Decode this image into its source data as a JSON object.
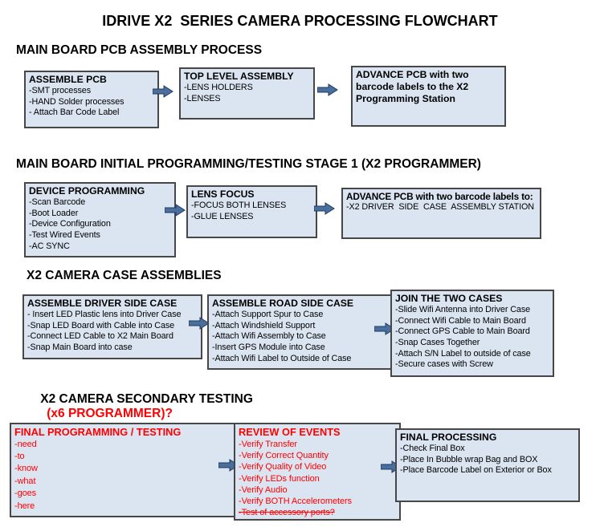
{
  "title": "IDRIVE X2  SERIES CAMERA PROCESSING FLOWCHART",
  "colors": {
    "box_fill": "#dbe5f1",
    "box_border": "#474747",
    "alert_red": "#ff0000",
    "arrow_fill": "#4a6e9e"
  },
  "sections": [
    {
      "heading": "MAIN BOARD PCB ASSEMBLY PROCESS",
      "boxes": [
        {
          "title": "ASSEMBLE PCB",
          "items": [
            "-SMT processes",
            "-HAND Solder processes",
            "- Attach Bar Code Label"
          ]
        },
        {
          "title": "TOP LEVEL ASSEMBLY",
          "items": [
            "-LENS HOLDERS",
            "-LENSES"
          ]
        },
        {
          "title": "ADVANCE PCB with two barcode labels to the X2 Programming Station",
          "items": []
        }
      ]
    },
    {
      "heading": "MAIN BOARD INITIAL PROGRAMMING/TESTING STAGE 1 (X2 PROGRAMMER)",
      "boxes": [
        {
          "title": "DEVICE PROGRAMMING",
          "items": [
            "-Scan Barcode",
            "-Boot Loader",
            "-Device Configuration",
            "-Test Wired Events",
            "-AC SYNC"
          ]
        },
        {
          "title": "LENS FOCUS",
          "items": [
            "-FOCUS BOTH LENSES",
            "-GLUE LENSES"
          ]
        },
        {
          "title": "ADVANCE PCB with two barcode labels to:",
          "items": [
            "-X2 DRIVER  SIDE  CASE  ASSEMBLY STATION"
          ]
        }
      ]
    },
    {
      "heading": "X2 CAMERA CASE ASSEMBLIES",
      "boxes": [
        {
          "title": "ASSEMBLE DRIVER SIDE CASE",
          "items": [
            "- Insert LED Plastic lens into Driver Case",
            "-Snap LED Board with Cable into Case",
            "-Connect LED Cable to X2 Main Board",
            "-Snap Main Board into case"
          ]
        },
        {
          "title": "ASSEMBLE ROAD SIDE CASE",
          "items": [
            "-Attach Support Spur to Case",
            "-Attach Windshield Support",
            "-Attach Wifi Assembly to Case",
            "-Insert GPS Module into Case",
            "-Attach Wifi Label to Outside of Case"
          ]
        },
        {
          "title": "JOIN THE TWO CASES",
          "items": [
            "-Slide Wifi Antenna into Driver Case",
            "-Connect Wifi Cable to Main Board",
            "-Connect GPS Cable to Main Board",
            "-Snap Cases Together",
            "-Attach S/N Label to outside of case",
            "-Secure cases with Screw"
          ]
        }
      ]
    },
    {
      "heading": "X2 CAMERA SECONDARY TESTING",
      "heading_red": "(x6 PROGRAMMER)?",
      "boxes": [
        {
          "title": "FINAL PROGRAMMING / TESTING",
          "items": [
            "-need",
            "-to",
            "-know",
            "-what",
            "-goes",
            "-here"
          ]
        },
        {
          "title": "REVIEW OF EVENTS",
          "items": [
            "-Verify Transfer",
            "-Verify Correct Quantity",
            "-Verify Quality of Video",
            "-Verify LEDs function",
            "-Verify Audio",
            "-Verify BOTH Accelerometers",
            "-Test of accessory ports?"
          ]
        },
        {
          "title": "FINAL PROCESSING",
          "items": [
            "-Check Final Box",
            "-Place In Bubble wrap Bag and BOX",
            "-Place Barcode Label on Exterior or Box"
          ]
        }
      ]
    }
  ]
}
